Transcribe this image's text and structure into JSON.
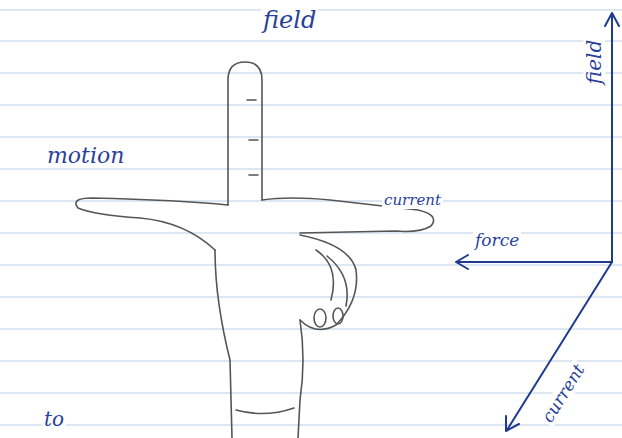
{
  "diagram": {
    "labels": [
      "field",
      "motion",
      "current",
      "field",
      "force",
      "current",
      "to"
    ]
  }
}
